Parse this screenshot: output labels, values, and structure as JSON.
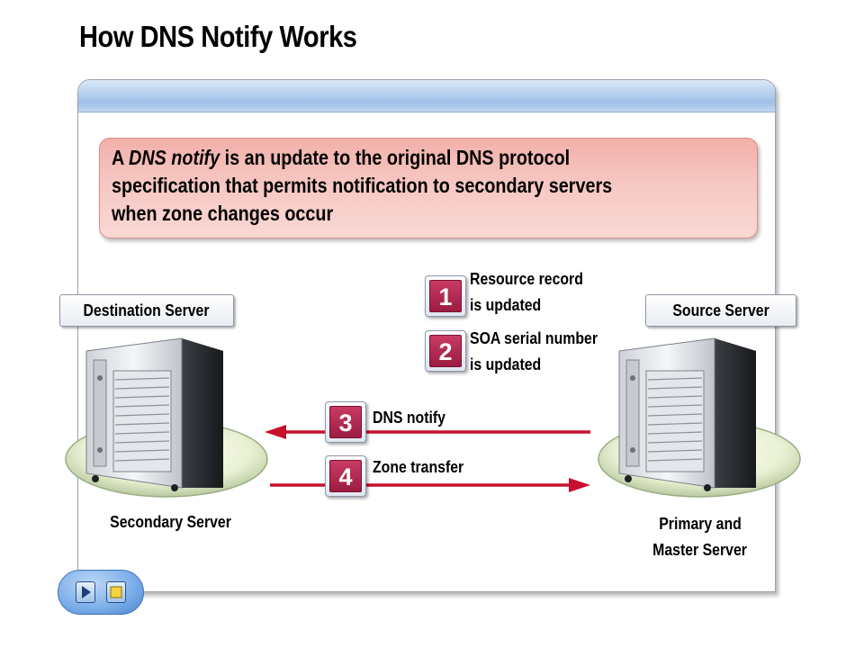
{
  "slide": {
    "title": "How DNS Notify Works"
  },
  "definition": {
    "prefix": "A ",
    "term": "DNS notify",
    "line1_rest": " is an update to the original DNS protocol",
    "line2": "specification that permits notification to secondary servers",
    "line3": "when zone changes occur"
  },
  "destination": {
    "tag": "Destination Server",
    "caption": "Secondary Server"
  },
  "source": {
    "tag": "Source Server",
    "caption_line1": "Primary and",
    "caption_line2": "Master Server"
  },
  "steps": [
    {
      "number": "1",
      "line1": "Resource record",
      "line2": "is updated"
    },
    {
      "number": "2",
      "line1": "SOA serial number",
      "line2": "is updated"
    },
    {
      "number": "3",
      "label": "DNS notify",
      "direction": "to-destination"
    },
    {
      "number": "4",
      "label": "Zone transfer",
      "direction": "to-source"
    }
  ],
  "colors": {
    "accent_red": "#c8102e",
    "badge": "#b02a55",
    "panel_header": "#b4cfee",
    "definition_box": "#f6c7c2"
  },
  "icons": {
    "server": "server-tower-icon",
    "nav_next": "play-triangle-icon",
    "nav_stop": "stop-square-icon"
  }
}
